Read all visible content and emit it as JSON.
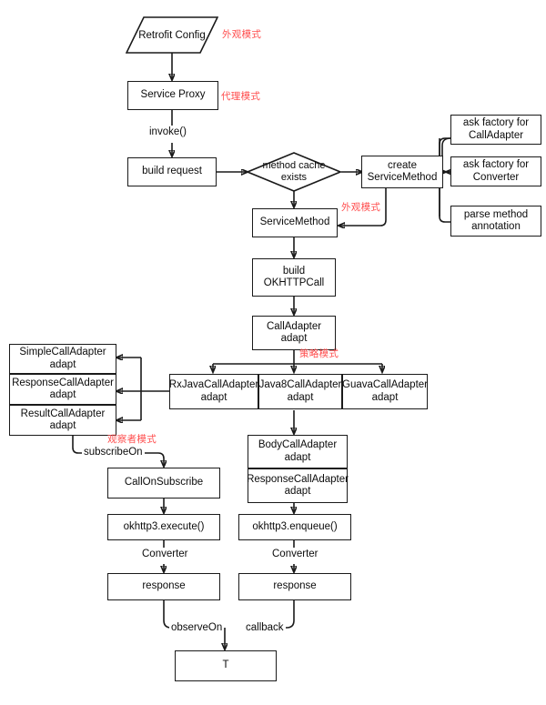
{
  "diagram": {
    "title": "Retrofit request flow",
    "accent_color": "#ff4d4d",
    "line_color": "#1a1a1a"
  },
  "nodes": {
    "retrofit_config": "Retrofit Config",
    "service_proxy": "Service Proxy",
    "build_request": "build request",
    "method_cache_exists": "method cache\nexists",
    "create_service_method": "create\nServiceMethod",
    "ask_factory_calladapter": "ask factory for\nCallAdapter",
    "ask_factory_converter": "ask factory for\nConverter",
    "parse_method_annotation": "parse method\nannotation",
    "service_method": "ServiceMethod",
    "build_okhttpcall": "build\nOKHTTPCall",
    "calladapter_adapt": "CallAdapter\nadapt",
    "simple_calladapter": "SimpleCallAdapter\nadapt",
    "response_calladapter_left": "ResponseCallAdapter\nadapt",
    "result_calladapter": "ResultCallAdapter\nadapt",
    "rxjava_calladapter": "RxJavaCallAdapter\nadapt",
    "java8_calladapter": "Java8CallAdapter\nadapt",
    "guava_calladapter": "GuavaCallAdapter\nadapt",
    "body_calladapter": "BodyCallAdapter\nadapt",
    "response_calladapter_right": "ResponseCallAdapter\nadapt",
    "call_on_subscribe": "CallOnSubscribe",
    "okhttp_execute": "okhttp3.execute()",
    "okhttp_enqueue": "okhttp3.enqueue()",
    "response_left": "response",
    "response_right": "response",
    "result_type": "T"
  },
  "edge_labels": {
    "invoke": "invoke()",
    "subscribe_on": "subscribeOn",
    "converter_left": "Converter",
    "converter_right": "Converter",
    "observe_on": "observeOn",
    "callback": "callback"
  },
  "annotations": {
    "facade_top": "外观模式",
    "proxy": "代理模式",
    "facade_service_method": "外观模式",
    "strategy": "策略模式",
    "observer": "观察者模式"
  }
}
